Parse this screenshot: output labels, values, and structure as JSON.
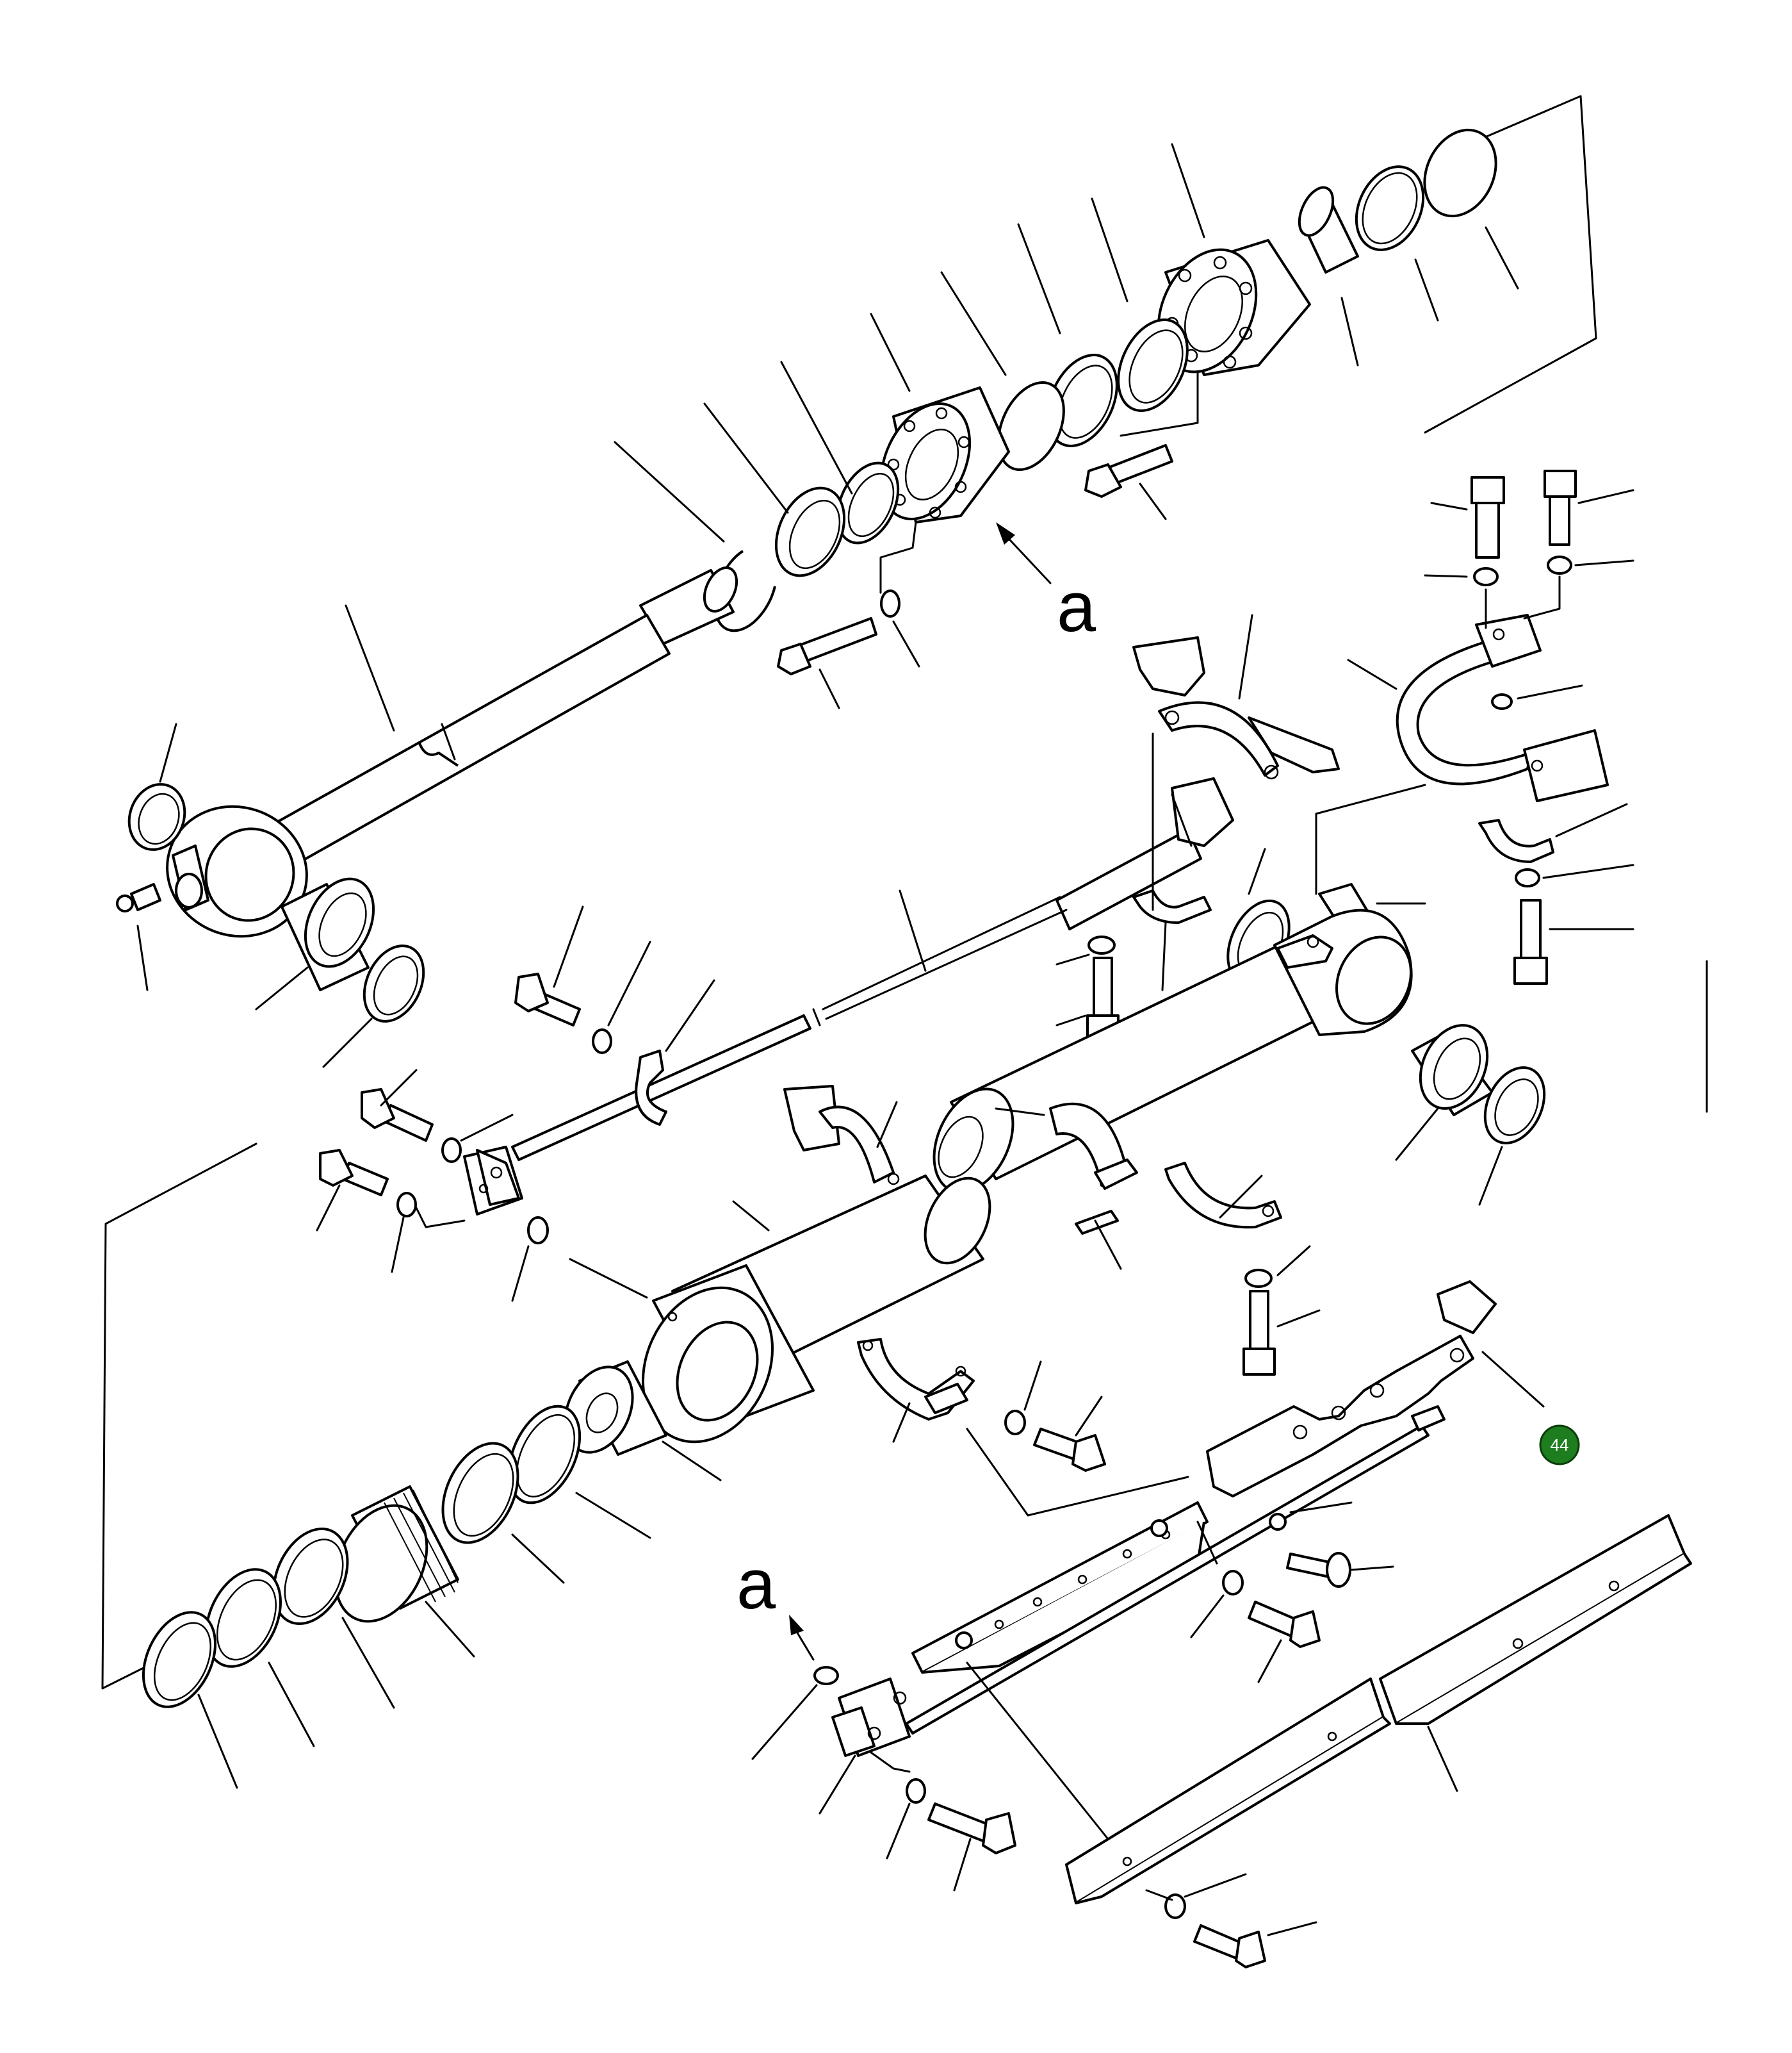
{
  "diagram": {
    "section_labels": [
      "a",
      "a"
    ],
    "callout": {
      "number": "44",
      "color": "#1e7d1e"
    }
  }
}
